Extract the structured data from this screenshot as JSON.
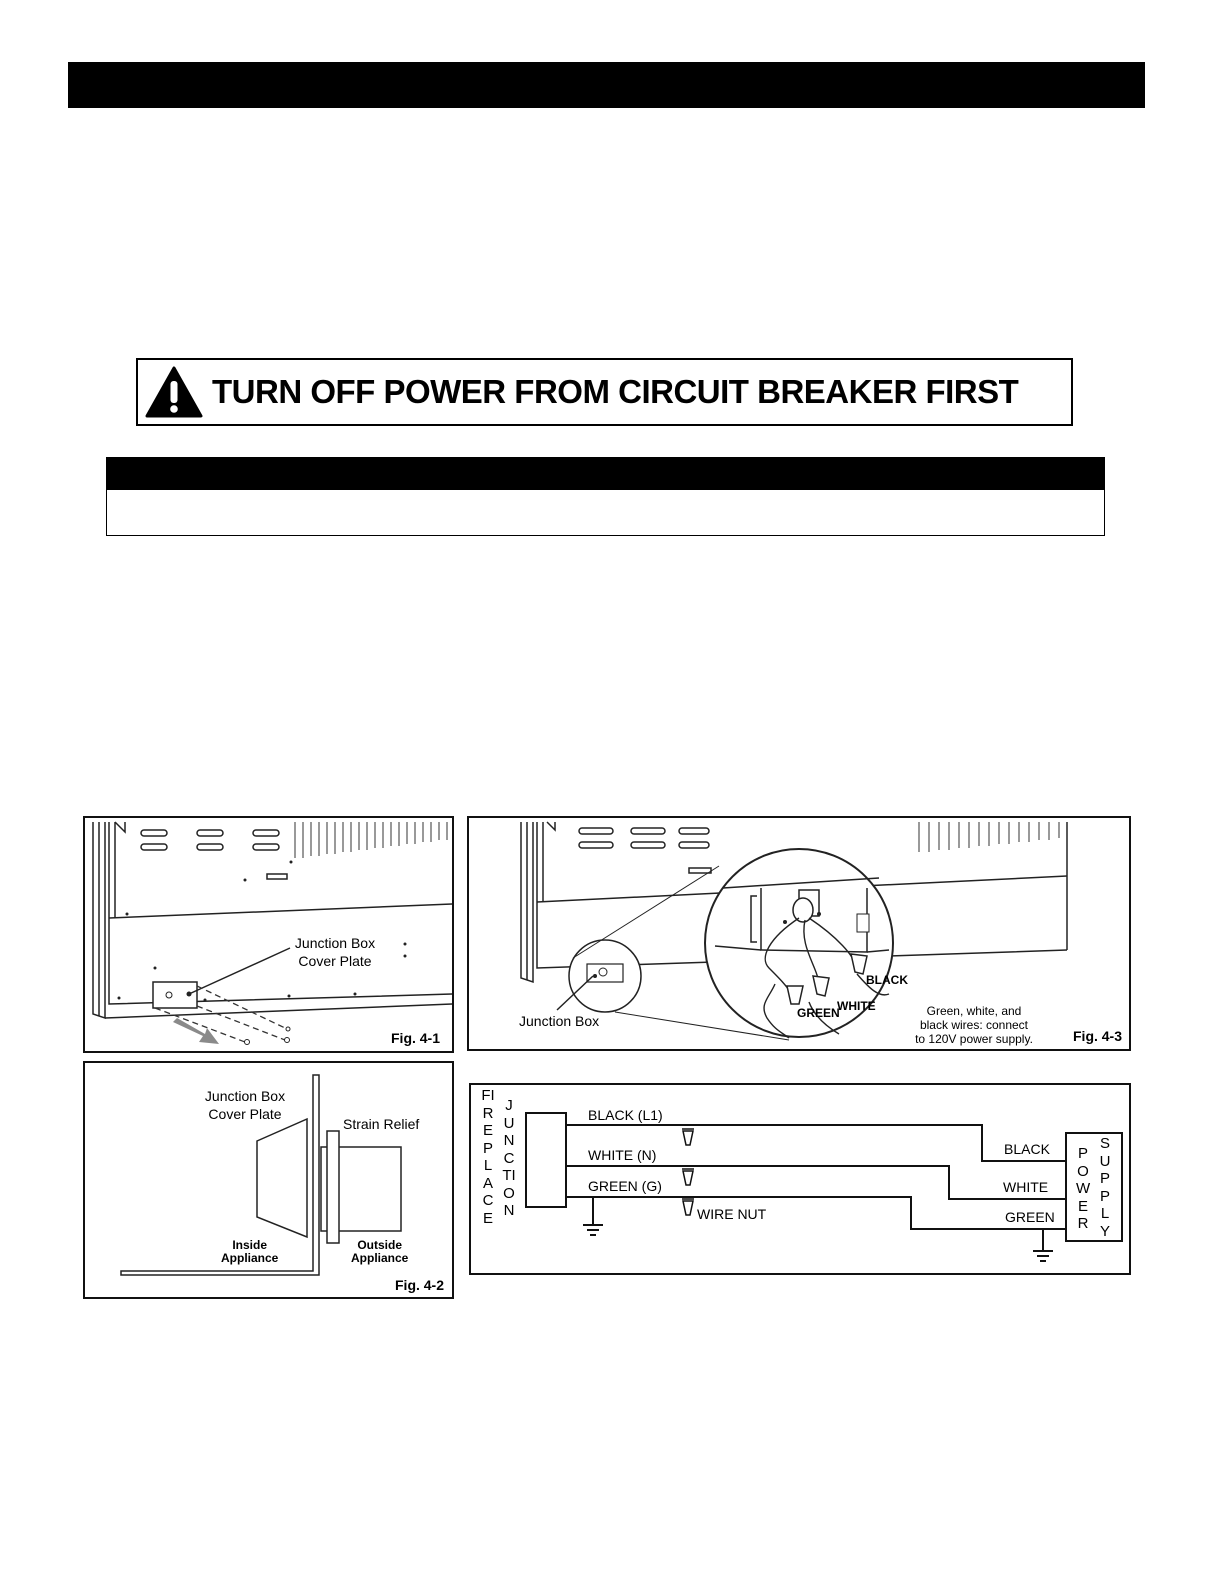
{
  "warning": {
    "text": "TURN OFF POWER FROM CIRCUIT BREAKER FIRST",
    "icon": "warning-triangle-icon"
  },
  "fig_4_1": {
    "label": "Fig. 4-1",
    "callout_line1": "Junction Box",
    "callout_line2": "Cover Plate"
  },
  "fig_4_2": {
    "label": "Fig. 4-2",
    "cover_plate_line1": "Junction Box",
    "cover_plate_line2": "Cover Plate",
    "strain_relief": "Strain Relief",
    "inside_line1": "Inside",
    "inside_line2": "Appliance",
    "outside_line1": "Outside",
    "outside_line2": "Appliance"
  },
  "fig_4_3": {
    "label": "Fig. 4-3",
    "junction_box": "Junction Box",
    "wire_black": "BLACK",
    "wire_white": "WHITE",
    "wire_green": "GREEN",
    "note_line1": "Green, white, and",
    "note_line2": "black wires: connect",
    "note_line3": "to 120V power supply."
  },
  "wiring": {
    "fireplace": "FIREPLACE",
    "junction": "JUNCTION",
    "power": "POWER",
    "supply": "SUPPLY",
    "left_black": "BLACK (L1)",
    "left_white": "WHITE (N)",
    "left_green": "GREEN (G)",
    "wire_nut": "WIRE NUT",
    "right_black": "BLACK",
    "right_white": "WHITE",
    "right_green": "GREEN"
  }
}
